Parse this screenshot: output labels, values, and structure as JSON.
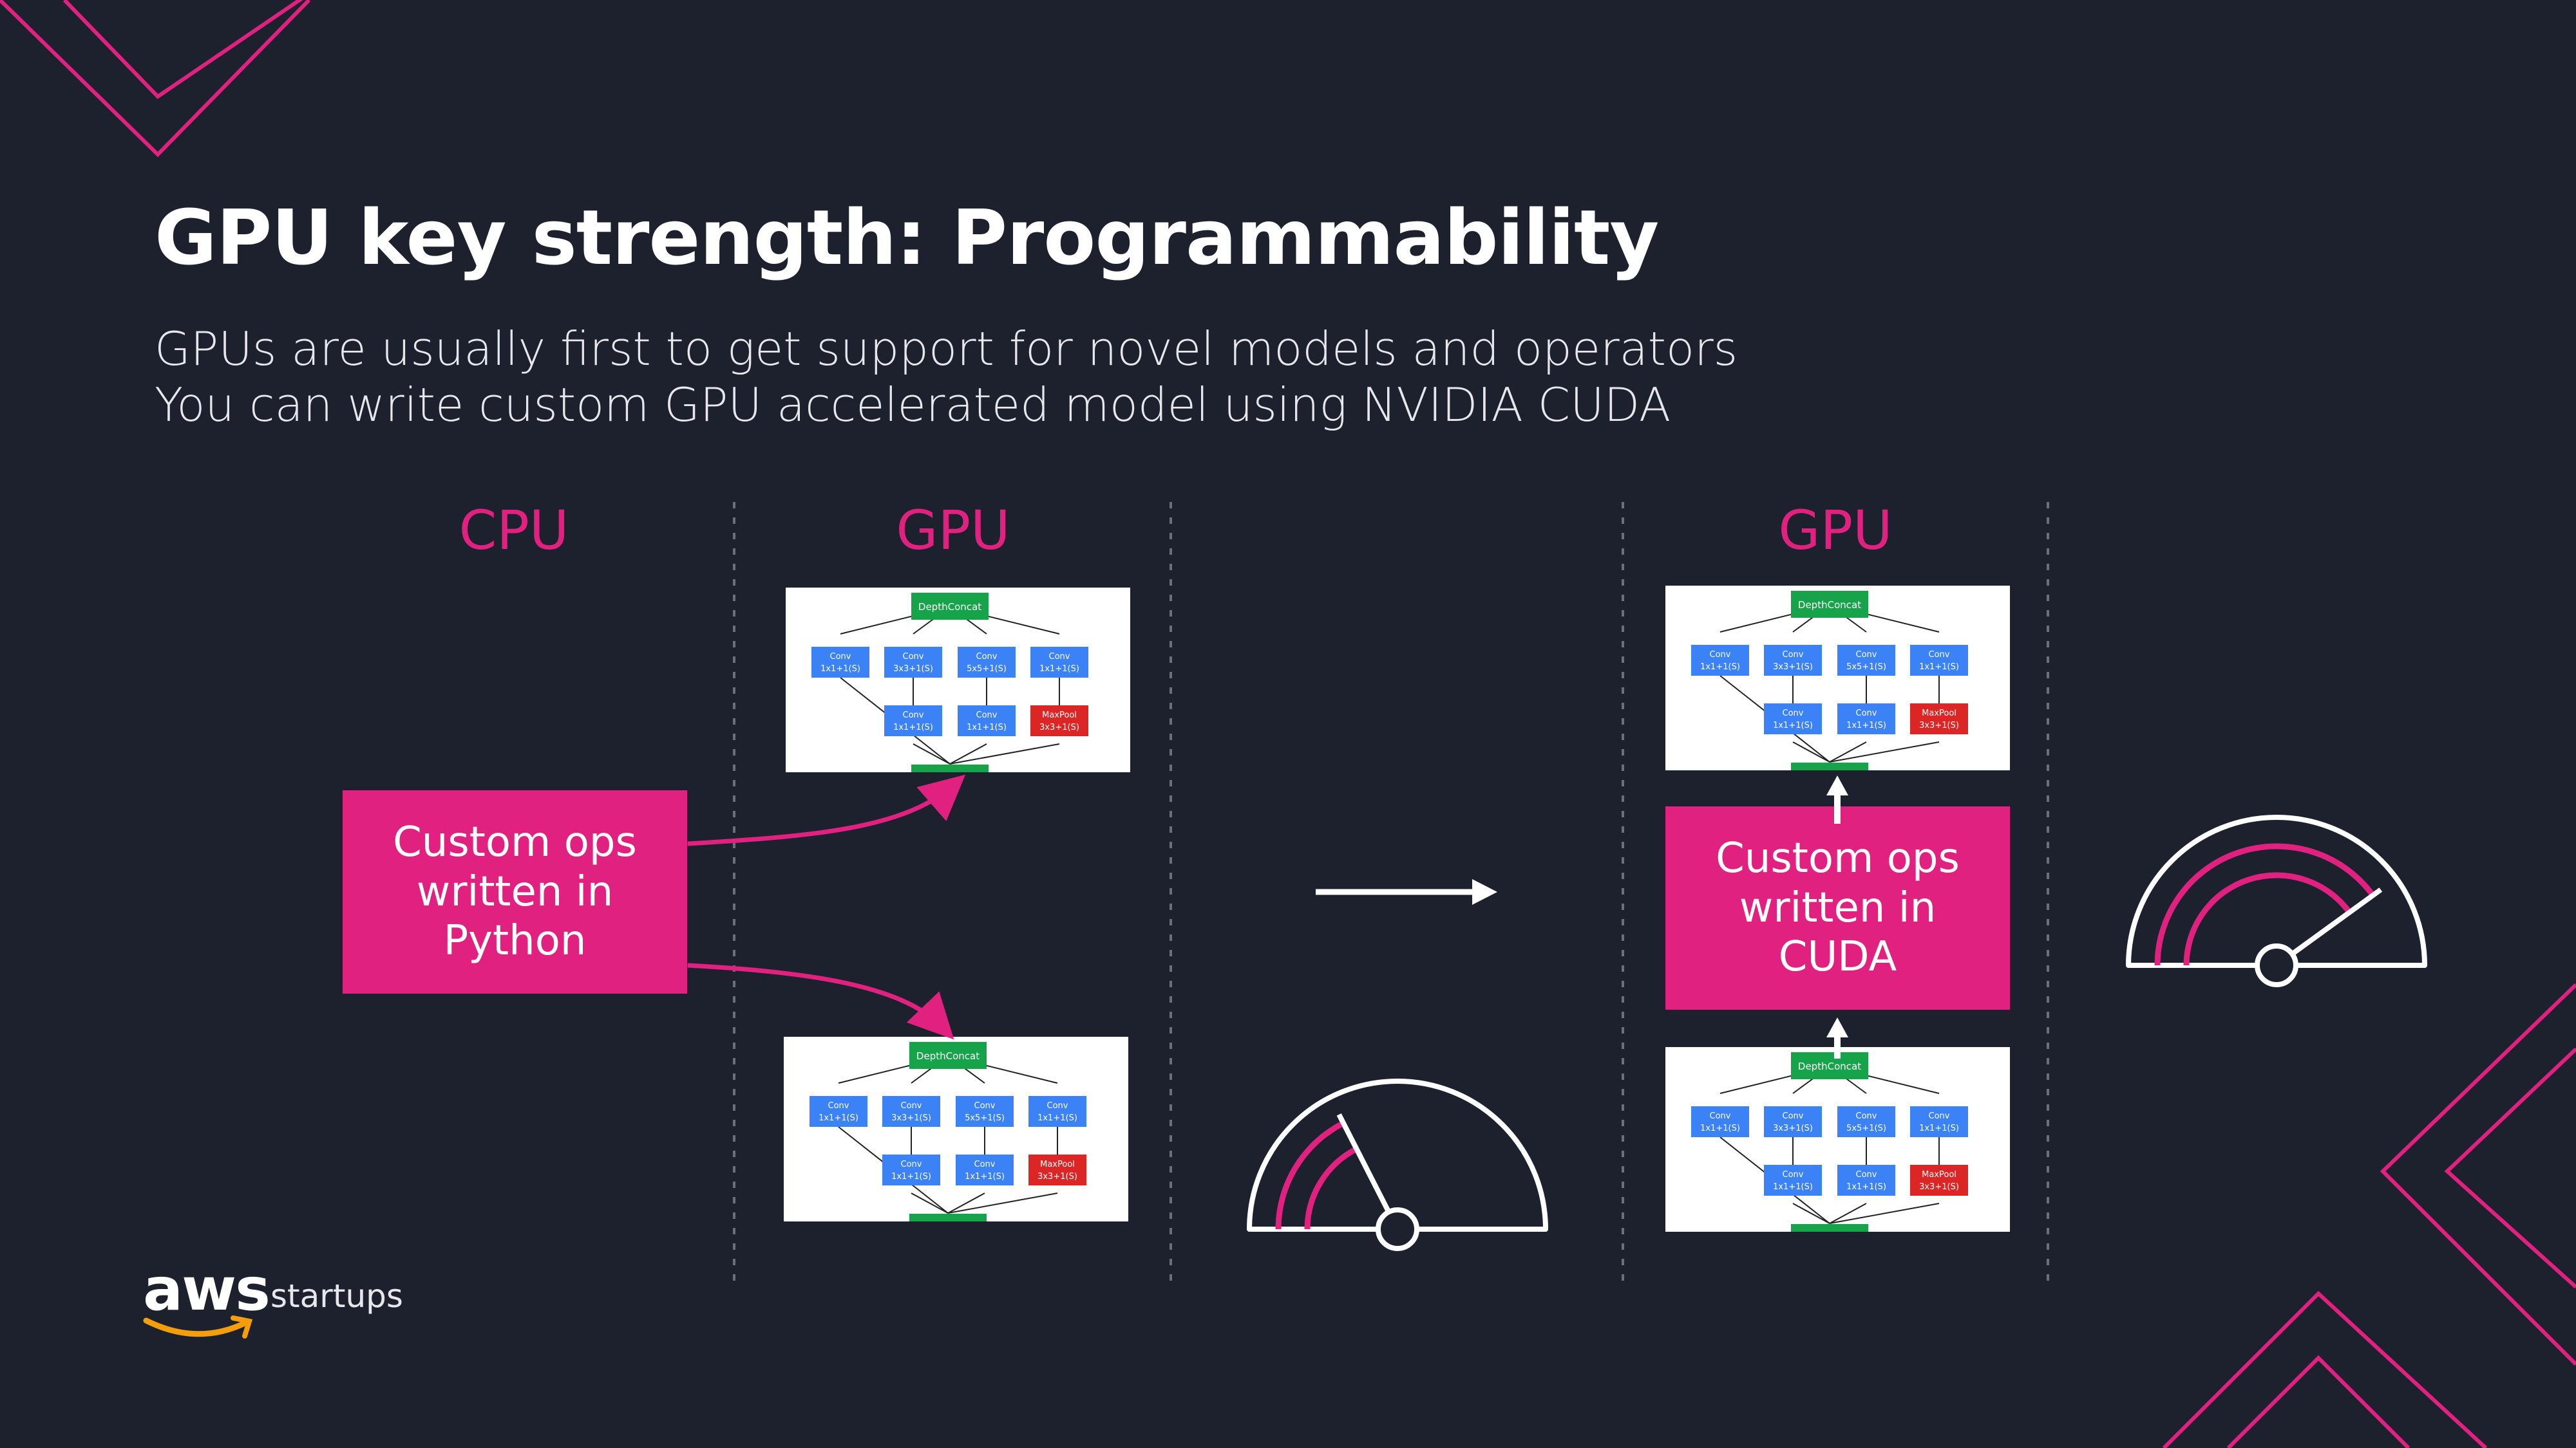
{
  "slide": {
    "title": "GPU key strength: Programmability",
    "subtitle_lines": [
      "GPUs are usually first to get support for novel models and operators",
      "You can write custom GPU accelerated model using NVIDIA CUDA"
    ]
  },
  "columns": {
    "cpu_label": "CPU",
    "gpu_label_left": "GPU",
    "gpu_label_right": "GPU"
  },
  "python_box": {
    "lines": [
      "Custom ops",
      "written in",
      "Python"
    ]
  },
  "cuda_box": {
    "lines": [
      "Custom ops",
      "written in",
      "CUDA"
    ]
  },
  "inception_module": {
    "top_node": "DepthConcat",
    "conv_row_top": [
      {
        "name": "Conv",
        "spec": "1x1+1(S)"
      },
      {
        "name": "Conv",
        "spec": "3x3+1(S)"
      },
      {
        "name": "Conv",
        "spec": "5x5+1(S)"
      },
      {
        "name": "Conv",
        "spec": "1x1+1(S)"
      }
    ],
    "conv_row_bottom": [
      {
        "name": "Conv",
        "spec": "1x1+1(S)"
      },
      {
        "name": "Conv",
        "spec": "1x1+1(S)"
      },
      {
        "name": "MaxPool",
        "spec": "3x3+1(S)"
      }
    ]
  },
  "gauges": {
    "slow": {
      "level": 0.35
    },
    "fast": {
      "level": 0.8
    }
  },
  "branding": {
    "logo": "aws",
    "tagline": "startups"
  },
  "colors": {
    "background": "#1d212d",
    "accent": "#e0217f",
    "text": "#ffffff",
    "node_blue": "#3b82f6",
    "node_green": "#16a34a",
    "node_red": "#dc2626"
  }
}
